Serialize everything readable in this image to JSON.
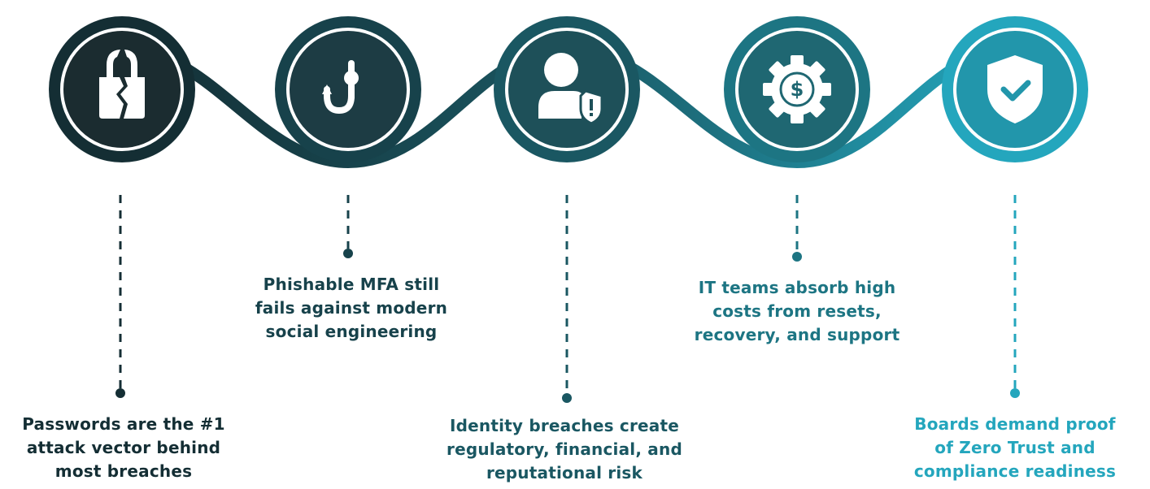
{
  "colors": {
    "step1": "#142e34",
    "step2": "#17424b",
    "step3": "#1a5762",
    "step4": "#1d7583",
    "step5": "#24a6bd"
  },
  "steps": [
    {
      "icon": "broken-lock-icon",
      "lines": [
        "Passwords are the #1",
        "attack vector behind",
        "most breaches"
      ]
    },
    {
      "icon": "fish-hook-icon",
      "lines": [
        "Phishable MFA still",
        "fails against modern",
        "social engineering"
      ]
    },
    {
      "icon": "user-shield-alert-icon",
      "lines": [
        "Identity breaches create",
        "regulatory, financial, and",
        "reputational risk"
      ]
    },
    {
      "icon": "gear-dollar-icon",
      "lines": [
        "IT teams absorb high",
        "costs from resets,",
        "recovery, and support"
      ]
    },
    {
      "icon": "shield-check-icon",
      "lines": [
        "Boards demand proof",
        "of Zero Trust and",
        "compliance readiness"
      ]
    }
  ]
}
